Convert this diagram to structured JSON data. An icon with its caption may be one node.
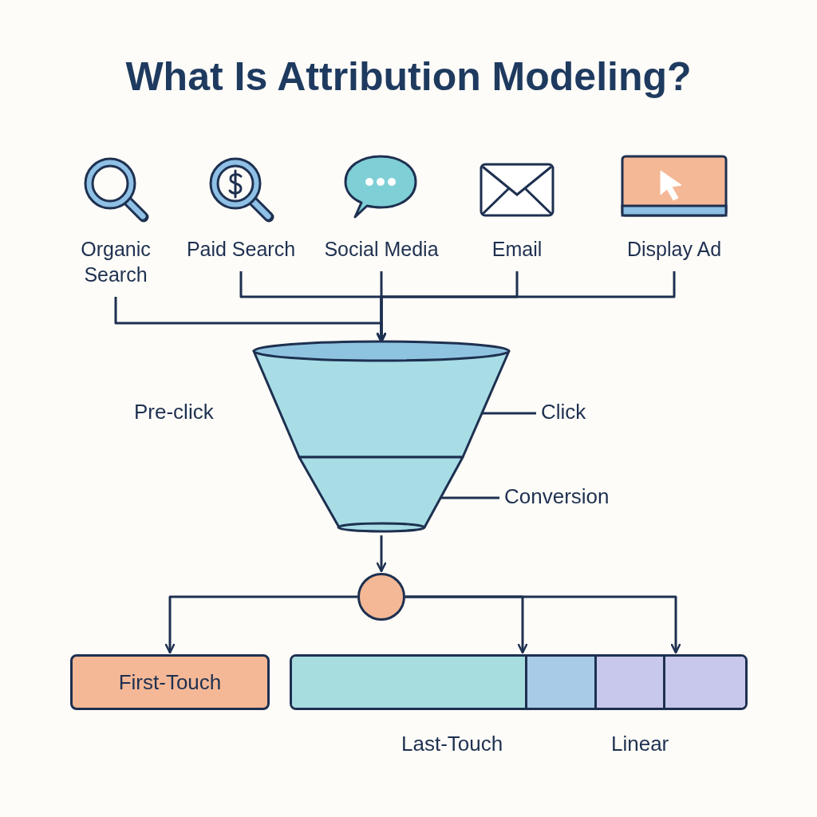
{
  "diagram": {
    "title": "What Is Attribution Modeling?",
    "nodes": [
      {
        "text": [
          "Organic Search"
        ]
      },
      {
        "text": [
          "Paid Search"
        ]
      },
      {
        "text": [
          "Social Media"
        ]
      },
      {
        "text": [
          "Email"
        ]
      },
      {
        "text": [
          "Display Ad"
        ]
      },
      {
        "text": [],
        "shape": "funnel"
      },
      {
        "text": [],
        "shape": "funnel"
      },
      {
        "text": [
          "Click"
        ]
      },
      {
        "text": [
          "Conversion"
        ]
      },
      {
        "text": [],
        "shape": "circle"
      },
      {
        "text": [
          "First-Touch"
        ]
      },
      {
        "text": [],
        "shape": "bar"
      },
      {
        "text": [],
        "shape": "bar",
        "in": 11
      },
      {
        "text": [],
        "shape": "bar",
        "in": 11
      },
      {
        "text": [],
        "shape": "bar",
        "in": 11
      },
      {
        "text": [],
        "shape": "bar",
        "in": 11
      }
    ],
    "edges": [
      {
        "from": 0,
        "to": 5,
        "arrow": "to"
      },
      {
        "from": 1,
        "to": 5,
        "arrow": "to"
      },
      {
        "from": 2,
        "to": 5,
        "arrow": "to"
      },
      {
        "from": 3,
        "to": 5,
        "arrow": "to"
      },
      {
        "from": 4,
        "to": 5,
        "arrow": "to"
      },
      {
        "from": 7,
        "to": 5,
        "arrow": "none"
      },
      {
        "from": 8,
        "to": 6,
        "arrow": "none"
      },
      {
        "from": 6,
        "to": 9,
        "arrow": "to"
      },
      {
        "from": 9,
        "to": 10,
        "arrow": "to"
      },
      {
        "from": 9,
        "to": 11,
        "arrow": "to"
      },
      {
        "from": 9,
        "to": 11,
        "arrow": "to"
      }
    ],
    "labels": [
      "Pre-click",
      "Last-Touch",
      "Linear"
    ]
  }
}
